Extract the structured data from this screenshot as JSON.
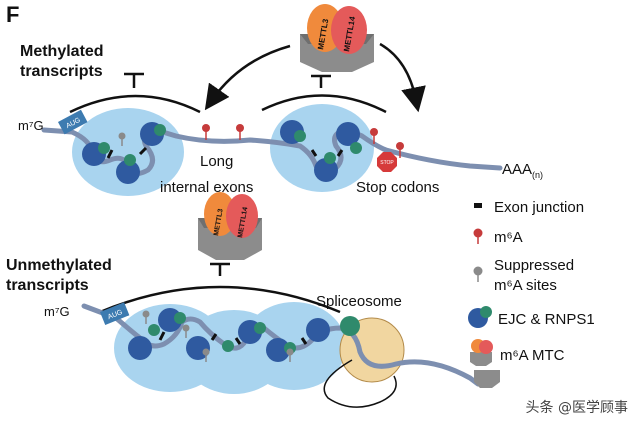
{
  "panel_letter": "F",
  "top": {
    "label_line1": "Methylated",
    "label_line2": "transcripts",
    "cap": "m⁷G",
    "aug": "AUG",
    "long_line1": "Long",
    "long_line2": "internal exons",
    "stop_label": "Stop codons",
    "stop_sign": "STOP",
    "polya": "AAA",
    "polya_sub": "(n)"
  },
  "mtc": {
    "left": "METTL3",
    "right": "METTL14"
  },
  "bottom": {
    "label_line1": "Unmethylated",
    "label_line2": "transcripts",
    "cap": "m⁷G",
    "aug": "AUG",
    "spliceosome": "Spliceosome"
  },
  "legend": {
    "exon_junction": "Exon junction",
    "m6a": "m⁶A",
    "suppressed_line1": "Suppressed",
    "suppressed_line2": "m⁶A sites",
    "ejc": "EJC & RNPS1",
    "mtc": "m⁶A MTC"
  },
  "watermark": "头条 @医学顾事",
  "colors": {
    "rna": "#7d8fb0",
    "cloud": "#a9d4ef",
    "ejc_blue": "#2f5aa0",
    "ejc_green": "#2f8a6c",
    "m6a_red": "#c63b3b",
    "suppressed_gray": "#8a8a8a",
    "mettl3": "#f08a3c",
    "mettl14": "#e45a5a",
    "mtc_gray": "#8c8c8c",
    "spliceosome": "#f1d6a0",
    "aug_box": "#3d7bb0"
  }
}
